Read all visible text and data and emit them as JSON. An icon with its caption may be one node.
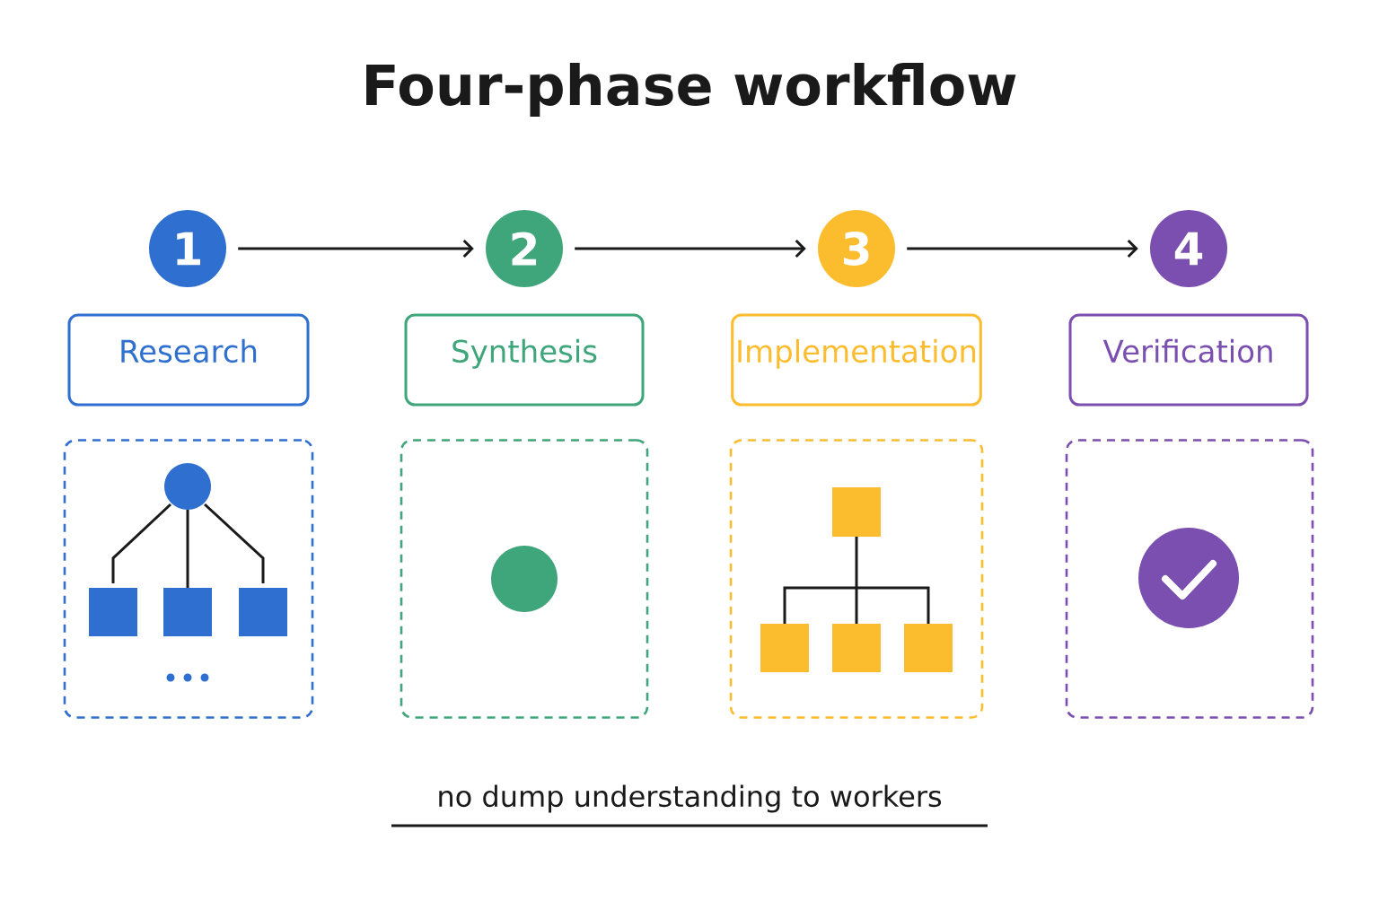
{
  "diagram": {
    "title": "Four-phase workflow",
    "caption": "no dump understanding to workers",
    "nodes": [
      {
        "text": [
          "1"
        ]
      },
      {
        "text": [
          "2"
        ]
      },
      {
        "text": [
          "3"
        ]
      },
      {
        "text": [
          "4"
        ]
      },
      {
        "text": [
          "Research"
        ]
      },
      {
        "text": [
          "Synthesis"
        ]
      },
      {
        "text": [
          "Implementation"
        ]
      },
      {
        "text": [
          "Verification"
        ]
      },
      {
        "text": [],
        "shape": "box"
      },
      {
        "text": [],
        "shape": "box"
      },
      {
        "text": [],
        "shape": "box"
      },
      {
        "text": [],
        "shape": "box"
      }
    ],
    "edges": [
      {
        "from": 0,
        "to": 1,
        "arrow": "to"
      },
      {
        "from": 1,
        "to": 2,
        "arrow": "to"
      },
      {
        "from": 2,
        "to": 3,
        "arrow": "to"
      }
    ]
  }
}
